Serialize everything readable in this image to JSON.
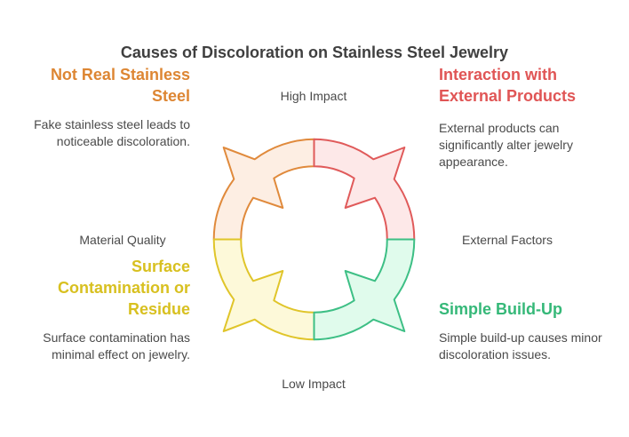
{
  "title": "Causes of Discoloration on Stainless Steel Jewelry",
  "axes": {
    "top": "High Impact",
    "bottom": "Low Impact",
    "left": "Material Quality",
    "right": "External Factors"
  },
  "quadrants": [
    {
      "id": "top-left",
      "heading": "Not Real Stainless Steel",
      "body": "Fake stainless steel leads to noticeable discoloration.",
      "stroke": "#e08a3c",
      "fill": "#fdeee3"
    },
    {
      "id": "top-right",
      "heading": "Interaction with External Products",
      "body": "External products can significantly alter jewelry appearance.",
      "stroke": "#e05a5a",
      "fill": "#fde8e8"
    },
    {
      "id": "bottom-left",
      "heading": "Surface Contamination or Residue",
      "body": "Surface contamination has minimal effect on jewelry.",
      "stroke": "#e0c52a",
      "fill": "#fdf9d9"
    },
    {
      "id": "bottom-right",
      "heading": "Simple Build-Up",
      "body": "Simple build-up causes minor discoloration issues.",
      "stroke": "#3dbf85",
      "fill": "#e0fbec"
    }
  ],
  "heading_colors": {
    "top-left": "#dd8633",
    "top-right": "#e05555",
    "bottom-left": "#d8c020",
    "bottom-right": "#35b878"
  }
}
